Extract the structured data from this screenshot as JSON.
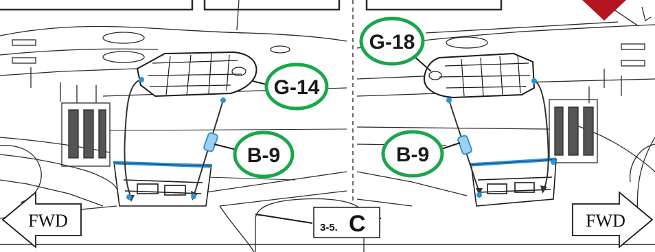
{
  "callouts": {
    "left_part": "G-14",
    "left_hardware": "B-9",
    "right_part": "G-18",
    "right_hardware": "B-9"
  },
  "arrows": {
    "left_fwd": "FWD",
    "right_fwd": "FWD"
  },
  "step": {
    "number": "3-5.",
    "letter": "C"
  },
  "colors": {
    "callout_ring": "#1aa64a",
    "highlight": "#2f93d6",
    "marker": "#b3141f",
    "line": "#1a1a1a"
  }
}
